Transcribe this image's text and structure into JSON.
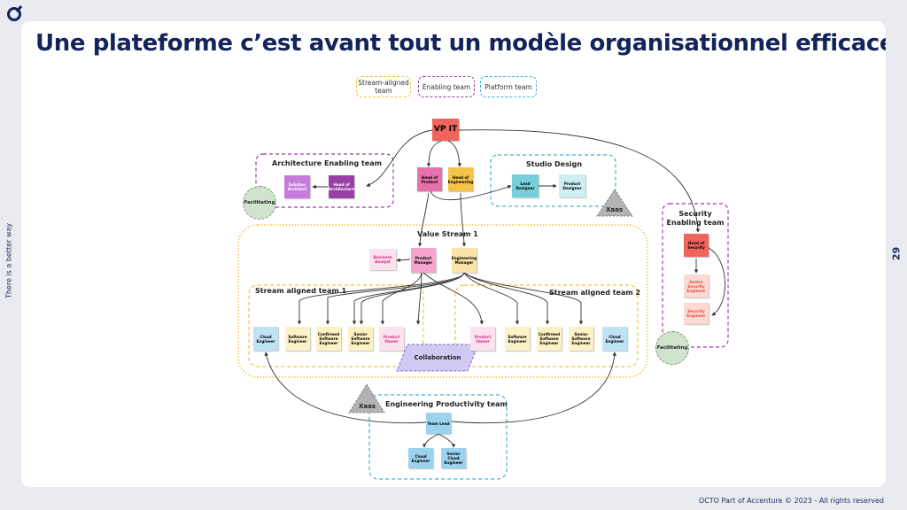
{
  "title": "Une plateforme c’est avant tout un modèle organisationnel efficace",
  "side_text": "There is a better way",
  "page_number": "29",
  "footer": "OCTO Part of Accenture © 2023 - All rights reserved",
  "legend": {
    "stream": "Stream-aligned team",
    "enabling": "Enabling team",
    "platform": "Platform team"
  },
  "groups": {
    "architecture": "Architecture Enabling team",
    "studio": "Studio Design",
    "security": "Security Enabling team",
    "value_stream": "Value Stream 1",
    "stream1": "Stream aligned team 1",
    "stream2": "Stream aligned team 2",
    "eng_productivity": "Engineering Productivity team"
  },
  "nodes": {
    "vp_it": "VP IT",
    "head_product": "Head of Product",
    "head_engineering": "Head of Engineering",
    "solution_architect": "Solution Architect",
    "head_architecture": "Head of Architecture",
    "lead_designer": "Lead Designer",
    "product_designer": "Product Designer",
    "head_security": "Head of Security",
    "senior_security_engineer": "Senior Security Engineer",
    "security_engineer": "Security Engineer",
    "business_analyst": "Business Analyst",
    "product_manager": "Product Manager",
    "engineering_manager": "Engineering Manager",
    "s1_cloud": "Cloud Engineer",
    "s1_software": "Software Engineer",
    "s1_confirmed": "Confirmed Software Engineer",
    "s1_senior": "Senior Software Engineer",
    "s1_product_owner": "Product Owner",
    "s2_product_owner": "Product Owner",
    "s2_software": "Software Engineer",
    "s2_confirmed": "Confirmed Software Engineer",
    "s2_senior": "Senior Software Engineer",
    "s2_cloud": "Cloud Engineer",
    "team_lead": "Team Lead",
    "ep_cloud": "Cloud Engineer",
    "ep_senior_cloud": "Senior Cloud Engineer"
  },
  "labels": {
    "facilitating": "Facilitating",
    "xaas": "Xaas",
    "collaboration": "Collaboration"
  },
  "colors": {
    "navy": "#14235a",
    "stream": "#f0c23c",
    "enabling": "#9b3fa8",
    "platform": "#3fb2d6"
  }
}
